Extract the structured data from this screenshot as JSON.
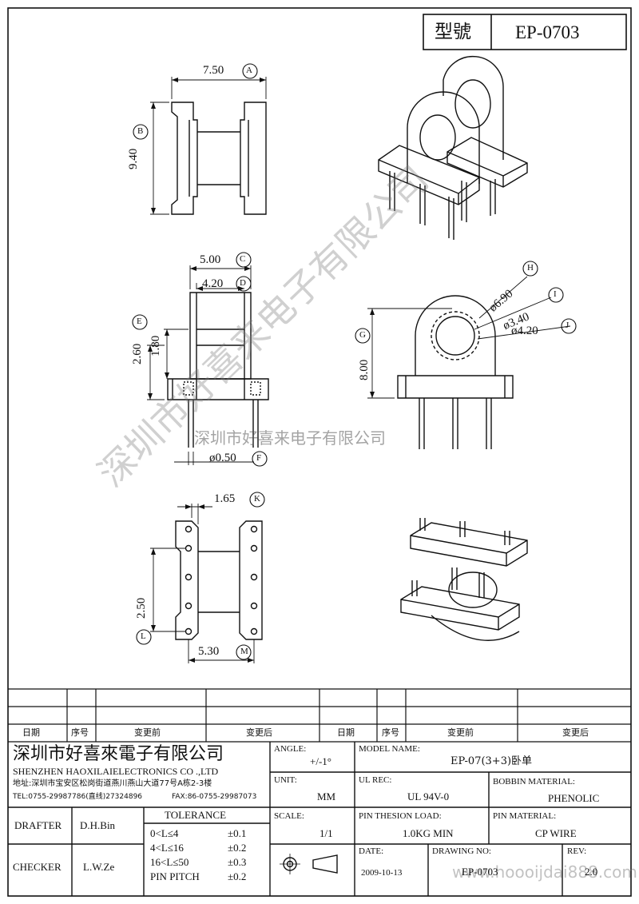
{
  "header": {
    "model_label": "型號",
    "model_value": "EP-0703"
  },
  "dimensions": {
    "A": {
      "value": "7.50",
      "letter": "A"
    },
    "B": {
      "value": "9.40",
      "letter": "B"
    },
    "C": {
      "value": "5.00",
      "letter": "C"
    },
    "D": {
      "value": "4.20",
      "letter": "D"
    },
    "E": {
      "value": "2.60",
      "letter": "E"
    },
    "E2": {
      "value": "1.80"
    },
    "F": {
      "value": "ø0.50",
      "letter": "F"
    },
    "G": {
      "value": "8.00",
      "letter": "G"
    },
    "H": {
      "value": "ø6.90",
      "letter": "H"
    },
    "I": {
      "value": "ø3.40",
      "letter": "I"
    },
    "J": {
      "value": "ø4.20",
      "letter": "J"
    },
    "K": {
      "value": "1.65",
      "letter": "K"
    },
    "L": {
      "value": "2.50",
      "letter": "L"
    },
    "M": {
      "value": "5.30",
      "letter": "M"
    }
  },
  "watermark": {
    "big": "深圳市好喜来电子有限公司",
    "mid": "深圳市好喜来电子有限公司",
    "url": "www.hoooijdai888.com"
  },
  "revision_table": {
    "cols": [
      "日期",
      "序号",
      "变更前",
      "变更后",
      "日期",
      "序号",
      "变更前",
      "变更后"
    ]
  },
  "title_block": {
    "company_cn": "深圳市好喜來電子有限公司",
    "company_en": "SHENZHEN HAOXILAIELECTRONICS CO .,LTD",
    "address": "地址:深圳市宝安区松岗街道燕川燕山大道77号A栋2-3楼",
    "tel": "TEL:0755-29987786(直线)27324896",
    "fax": "FAX:86-0755-29987073",
    "drafter_label": "DRAFTER",
    "drafter": "D.H.Bin",
    "checker_label": "CHECKER",
    "checker": "L.W.Ze",
    "tolerance_label": "TOLERANCE",
    "tol": [
      {
        "range": "0<L≤4",
        "value": "±0.1"
      },
      {
        "range": "4<L≤16",
        "value": "±0.2"
      },
      {
        "range": "16<L≤50",
        "value": "±0.3"
      },
      {
        "range": "PIN PITCH",
        "value": "±0.2"
      }
    ],
    "angle_label": "ANGLE:",
    "angle": "+/-1°",
    "unit_label": "UNIT:",
    "unit": "MM",
    "scale_label": "SCALE:",
    "scale": "1/1",
    "model_name_label": "MODEL NAME:",
    "model_name": "EP-07(3+3)卧单",
    "ul_label": "UL REC:",
    "ul": "UL 94V-0",
    "bobbin_label": "BOBBIN MATERIAL:",
    "bobbin": "PHENOLIC",
    "load_label": "PIN THESION LOAD:",
    "load": "1.0KG MIN",
    "pin_mat_label": "PIN MATERIAL:",
    "pin_mat": "CP  WIRE",
    "date_label": "DATE:",
    "date": "2009-10-13",
    "drawing_label": "DRAWING NO:",
    "drawing": "EP-0703",
    "rev_label": "REV:",
    "rev": "2.0"
  }
}
